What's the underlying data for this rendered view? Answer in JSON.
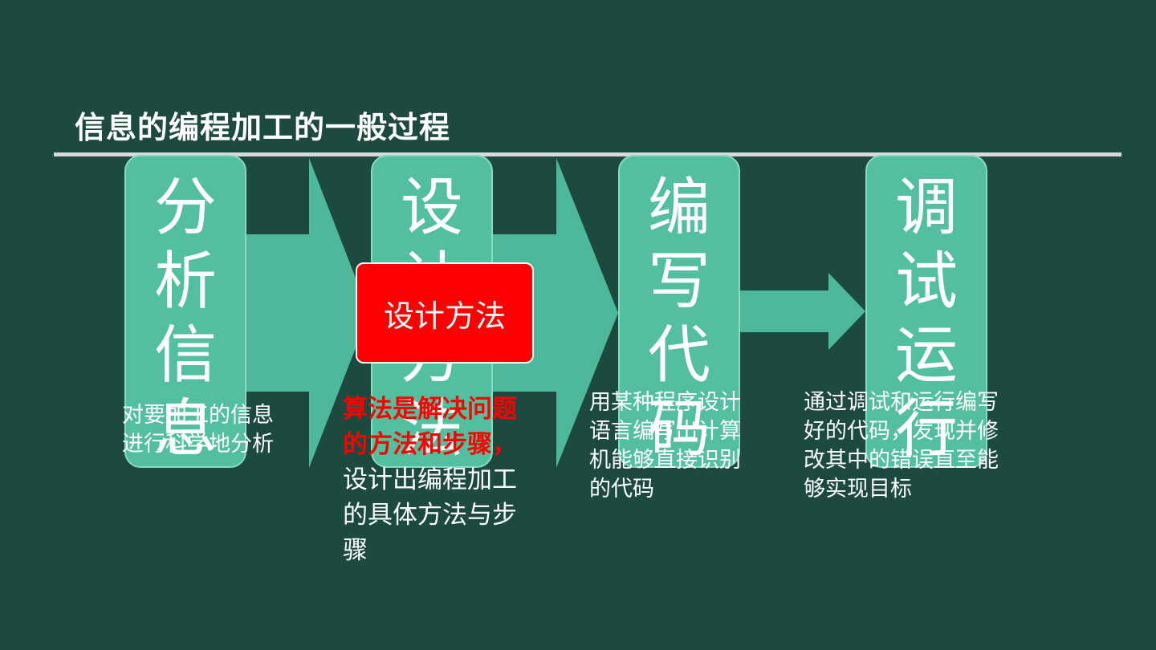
{
  "title": "信息的编程加工的一般过程",
  "colors": {
    "background": "#1c4a3f",
    "box": "#52bf9e",
    "arrow": "#4db89b",
    "highlight": "#ff0000"
  },
  "steps": [
    {
      "label": "分析信息",
      "description": "对要加工的信息进行科学地分析"
    },
    {
      "label": "设计方法",
      "description_highlight": "算法是解决问题的方法和步骤，",
      "description": "设计出编程加工的具体方法与步骤"
    },
    {
      "label": "编写代码",
      "description": "用某种程序设计语言编写出计算机能够直接识别的代码"
    },
    {
      "label": "调试运行",
      "description": "通过调试和运行编写好的代码，发现并修改其中的错误直至能够实现目标"
    }
  ],
  "popup": {
    "label": "设计方法"
  }
}
